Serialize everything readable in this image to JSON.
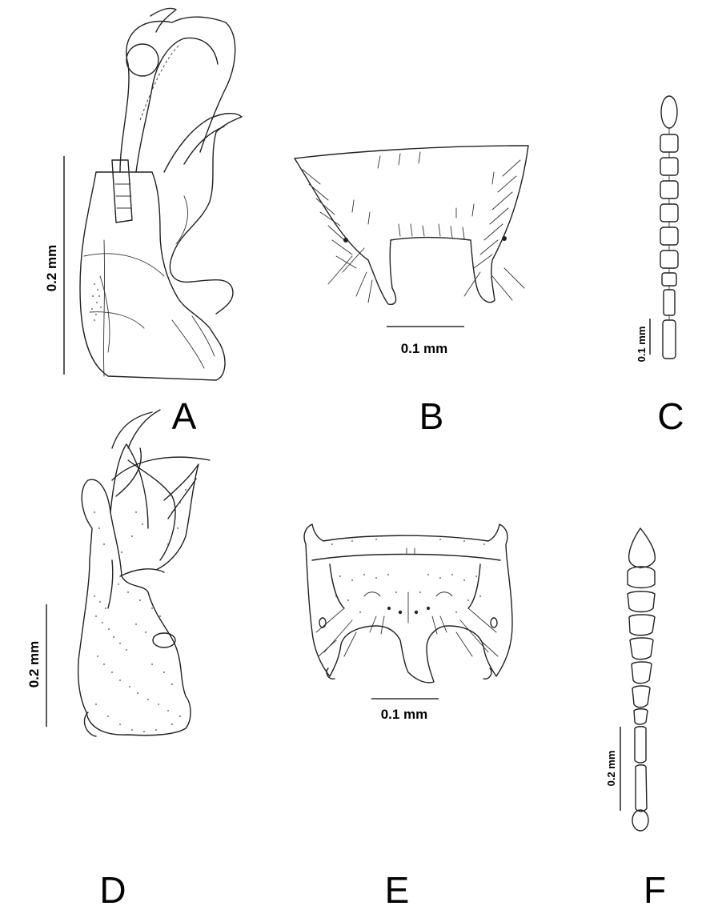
{
  "panels": [
    {
      "id": "A",
      "letter": "A",
      "scale": "0.2 mm"
    },
    {
      "id": "B",
      "letter": "B",
      "scale": "0.1 mm"
    },
    {
      "id": "C",
      "letter": "C",
      "scale": "0.1 mm"
    },
    {
      "id": "D",
      "letter": "D",
      "scale": "0.2 mm"
    },
    {
      "id": "E",
      "letter": "E",
      "scale": "0.1 mm"
    },
    {
      "id": "F",
      "letter": "F",
      "scale": "0.2 mm"
    }
  ]
}
